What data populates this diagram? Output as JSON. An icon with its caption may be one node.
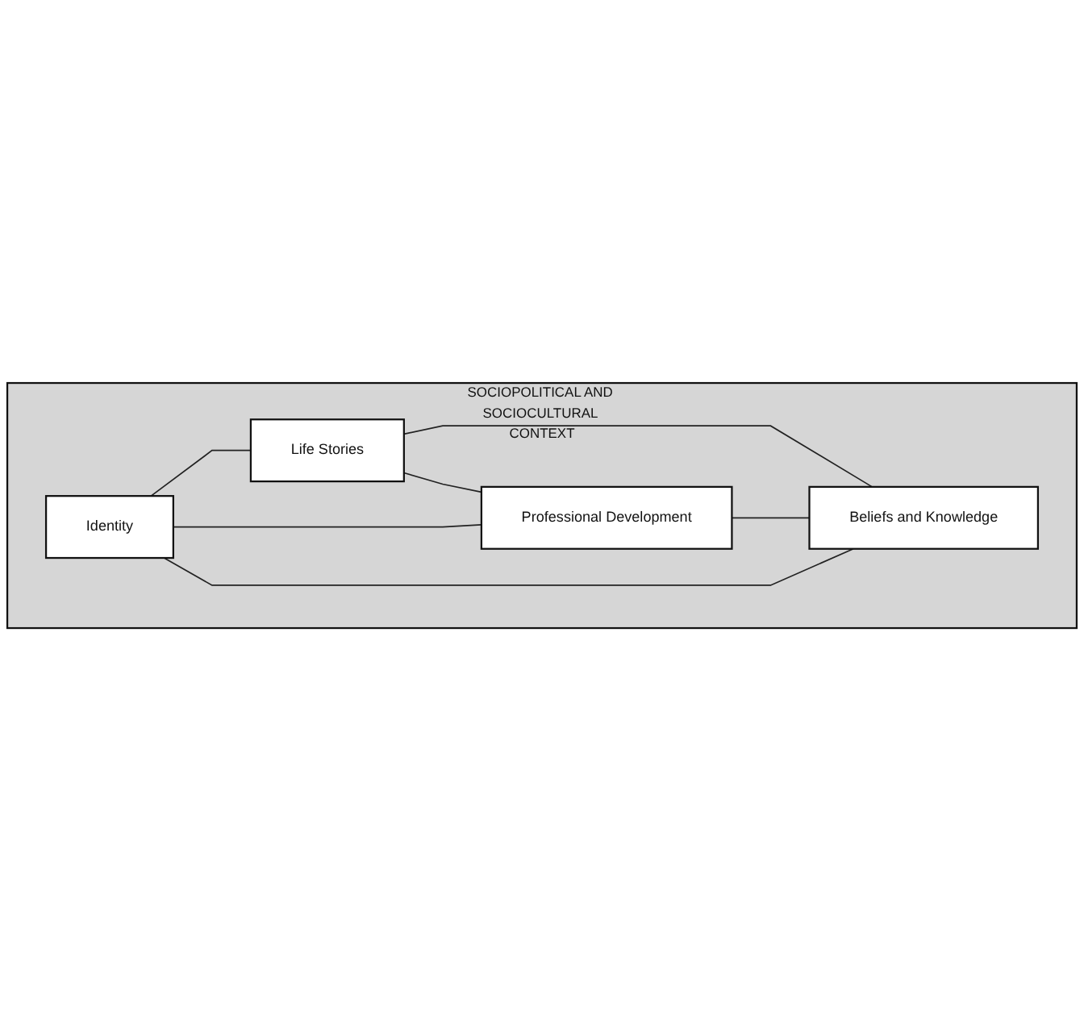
{
  "diagram": {
    "nodes": [
      {
        "text": [
          "SOCIOPOLITICAL AND SOCIOCULTURAL CONTEXT"
        ]
      },
      {
        "text": [
          "Identity"
        ],
        "in": 0
      },
      {
        "text": [
          "Life Stories"
        ],
        "in": 0
      },
      {
        "text": [
          "Professional Development"
        ],
        "in": 0
      },
      {
        "text": [
          "Beliefs and Knowledge"
        ],
        "in": 0
      }
    ],
    "edges": [
      {
        "from": 1,
        "to": 2,
        "arrow": "none"
      },
      {
        "from": 1,
        "to": 3,
        "arrow": "none"
      },
      {
        "from": 2,
        "to": 4,
        "arrow": "none"
      },
      {
        "from": 3,
        "to": 4,
        "arrow": "none"
      },
      {
        "from": 1,
        "to": 4,
        "arrow": "none"
      },
      {
        "from": 2,
        "to": 3,
        "arrow": "none"
      }
    ]
  }
}
